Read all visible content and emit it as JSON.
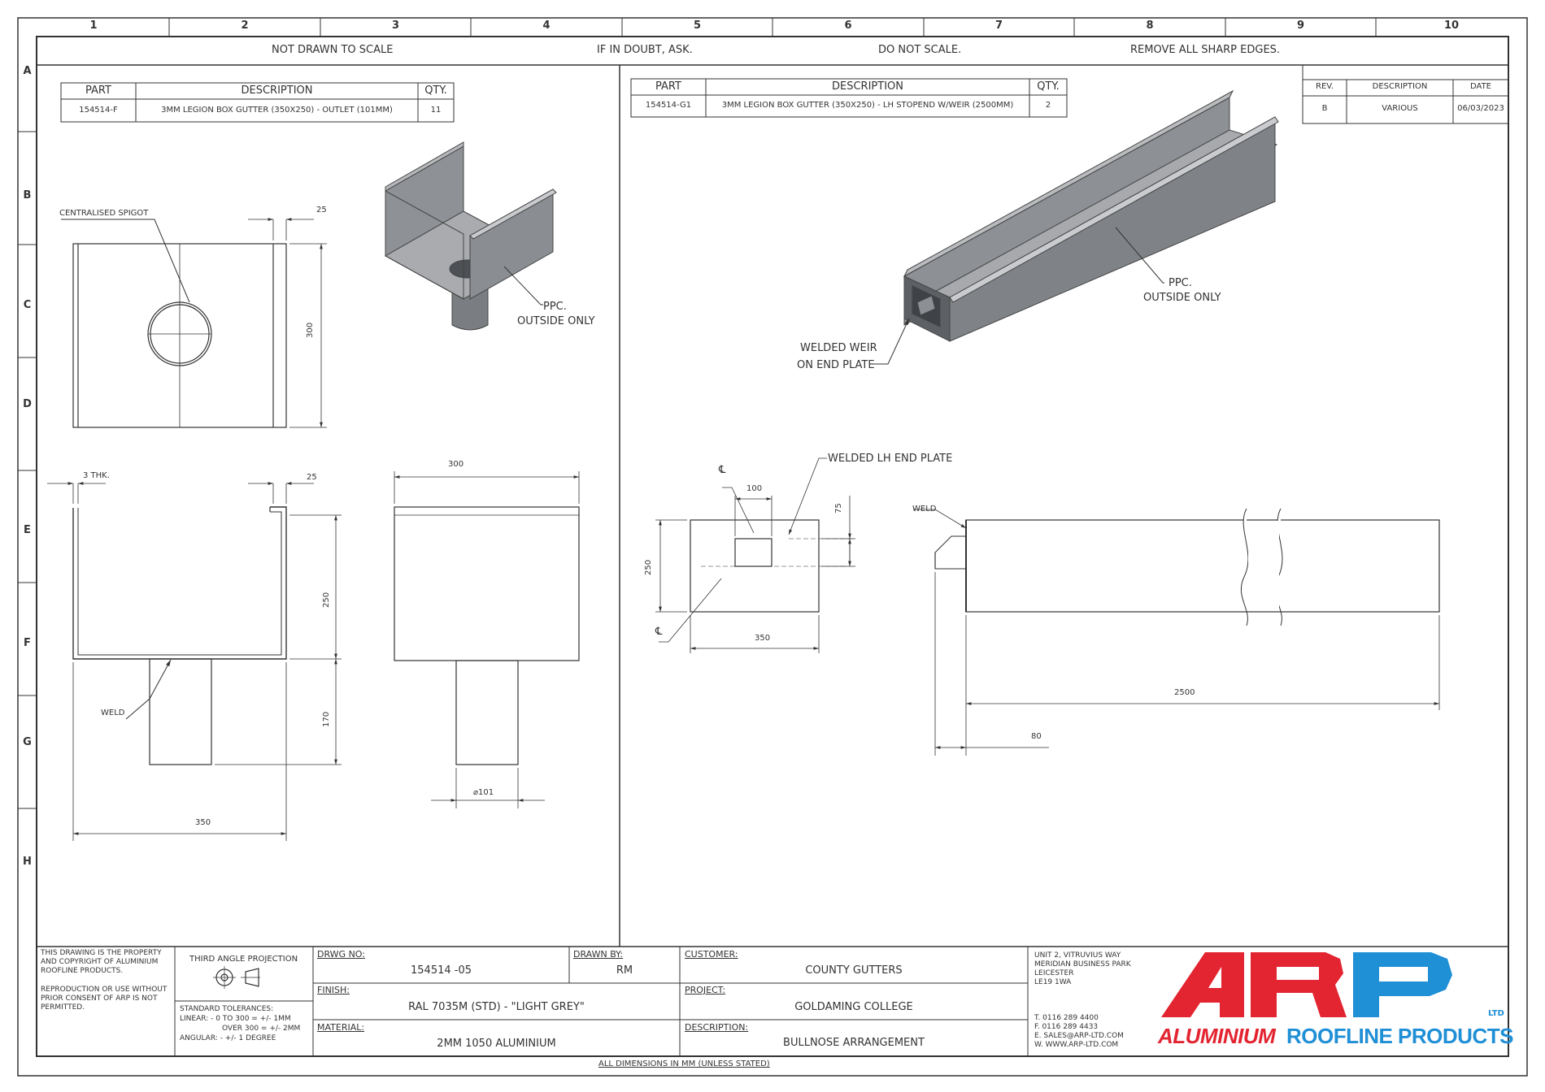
{
  "columns": [
    "1",
    "2",
    "3",
    "4",
    "5",
    "6",
    "7",
    "8",
    "9",
    "10"
  ],
  "rows": [
    "A",
    "B",
    "C",
    "D",
    "E",
    "F",
    "G",
    "H"
  ],
  "notes": [
    "NOT DRAWN TO SCALE",
    "IF IN DOUBT, ASK.",
    "DO NOT SCALE.",
    "REMOVE ALL SHARP EDGES."
  ],
  "left_table": {
    "headers": [
      "PART",
      "DESCRIPTION",
      "QTY."
    ],
    "row": [
      "154514-F",
      "3MM LEGION BOX GUTTER (350X250) - OUTLET (101MM)",
      "11"
    ]
  },
  "right_table": {
    "headers": [
      "PART",
      "DESCRIPTION",
      "QTY."
    ],
    "row": [
      "154514-G1",
      "3MM LEGION BOX GUTTER (350X250) - LH STOPEND W/WEIR (2500MM)",
      "2"
    ]
  },
  "rev_table": {
    "headers": [
      "REV.",
      "DESCRIPTION",
      "DATE"
    ],
    "row": [
      "B",
      "VARIOUS",
      "06/03/2023"
    ]
  },
  "left_drawing": {
    "spigot_label": "CENTRALISED SPIGOT",
    "dim_25_top": "25",
    "dim_300_side": "300",
    "ppc_line1": "PPC.",
    "ppc_line2": "OUTSIDE ONLY",
    "thk_label": "3 THK.",
    "dim_25_lower": "25",
    "dim_250": "250",
    "dim_170": "170",
    "weld_label": "WELD",
    "dim_350": "350",
    "dim_300_front": "300",
    "dim_dia": "⌀101"
  },
  "right_drawing": {
    "ppc_line1": "PPC.",
    "ppc_line2": "OUTSIDE ONLY",
    "weir_line1": "WELDED WEIR",
    "weir_line2": "ON END PLATE",
    "end_plate_label": "WELDED LH END PLATE",
    "cl_top": "℄",
    "cl_left": "℄",
    "dim_100": "100",
    "dim_75": "75",
    "dim_250": "250",
    "dim_350": "350",
    "weld_label": "WELD",
    "dim_2500": "2500",
    "dim_80": "80"
  },
  "title_block": {
    "property_note": "THIS DRAWING IS THE PROPERTY AND COPYRIGHT OF ALUMINIUM ROOFLINE PRODUCTS.",
    "reproduction_note": "REPRODUCTION OR USE WITHOUT PRIOR CONSENT OF ARP IS NOT PERMITTED.",
    "projection": "THIRD ANGLE PROJECTION",
    "tolerances_title": "STANDARD TOLERANCES:",
    "tol_linear1": "LINEAR: -  0 TO 300 = +/- 1MM",
    "tol_linear2": "OVER 300 = +/- 2MM",
    "tol_angular": "ANGULAR: - +/- 1 DEGREE",
    "drwg_no_label": "DRWG NO:",
    "drwg_no": "154514 -05",
    "drawn_by_label": "DRAWN BY:",
    "drawn_by": "RM",
    "finish_label": "FINISH:",
    "finish": "RAL 7035M (STD) - \"LIGHT GREY\"",
    "material_label": "MATERIAL:",
    "material": "2MM 1050 ALUMINIUM",
    "customer_label": "CUSTOMER:",
    "customer": "COUNTY GUTTERS",
    "project_label": "PROJECT:",
    "project": "GOLDAMING COLLEGE",
    "description_label": "DESCRIPTION:",
    "description": "BULLNOSE ARRANGEMENT",
    "address": [
      "UNIT 2, VITRUVIUS WAY",
      "MERIDIAN BUSINESS PARK",
      "LEICESTER",
      "LE19 1WA"
    ],
    "contact": [
      "T.  0116  289  4400",
      "F.  0116  289  4433",
      "E.  SALES@ARP-LTD.COM",
      "W. WWW.ARP-LTD.COM"
    ],
    "logo_text": "ARP",
    "logo_ltd": "LTD",
    "logo_aluminium": "ALUMINIUM",
    "logo_roofline": "ROOFLINE PRODUCTS",
    "footer": "ALL DIMENSIONS IN MM (UNLESS STATED)"
  },
  "colors": {
    "line": "#333333",
    "metal_dark": "#6e7175",
    "metal_mid": "#9a9da1",
    "metal_light": "#c4c6c9",
    "logo_red": "#e32431",
    "logo_blue": "#1f8fd6"
  }
}
